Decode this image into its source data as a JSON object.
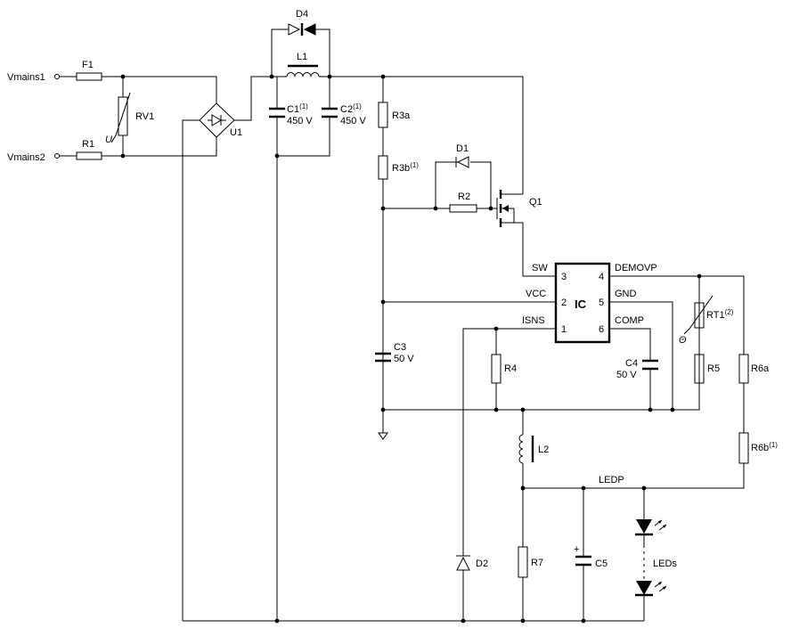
{
  "inputs": {
    "vmains1": "Vmains1",
    "vmains2": "Vmains2"
  },
  "labels": {
    "F1": "F1",
    "R1": "R1",
    "RV1": "RV1",
    "RV1_sym": "U",
    "U1": "U1",
    "D4": "D4",
    "L1": "L1",
    "C1": "C1",
    "C1_sup": "(1)",
    "C1_v": "450 V",
    "C2": "C2",
    "C2_sup": "(1)",
    "C2_v": "450 V",
    "R3a": "R3a",
    "R3b": "R3b",
    "R3b_sup": "(1)",
    "D1": "D1",
    "R2": "R2",
    "Q1": "Q1",
    "C3": "C3",
    "C3_v": "50 V",
    "R4": "R4",
    "C4": "C4",
    "C4_v": "50 V",
    "RT1": "RT1",
    "RT1_sup": "(2)",
    "RT1_sym": "Θ",
    "R5": "R5",
    "R6a": "R6a",
    "R6b": "R6b",
    "R6b_sup": "(1)",
    "L2": "L2",
    "LEDP": "LEDP",
    "D2": "D2",
    "R7": "R7",
    "C5": "C5",
    "C5_plus": "+",
    "LEDs": "LEDs"
  },
  "ic": {
    "name": "IC",
    "pins": [
      {
        "num": "3",
        "name": "SW"
      },
      {
        "num": "2",
        "name": "VCC"
      },
      {
        "num": "1",
        "name": "ISNS"
      },
      {
        "num": "4",
        "name": "DEMOVP"
      },
      {
        "num": "5",
        "name": "GND"
      },
      {
        "num": "6",
        "name": "COMP"
      }
    ]
  }
}
